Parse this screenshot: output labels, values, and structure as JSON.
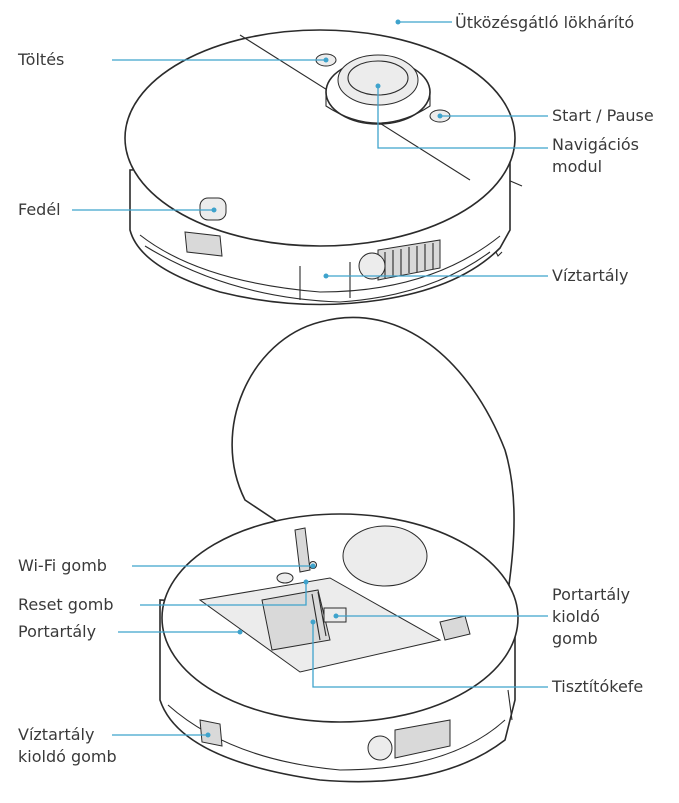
{
  "top_labels": {
    "bumper": "Ütközésgátló lökhárító",
    "charge": "Töltés",
    "start_pause": "Start / Pause",
    "nav_module": [
      "Navigációs",
      "modul"
    ],
    "lid": "Fedél",
    "water_tank": "Víztartály"
  },
  "bottom_labels": {
    "wifi": "Wi-Fi gomb",
    "reset": "Reset gomb",
    "dustbin": "Portartály",
    "dustbin_release": [
      "Portartály",
      "kioldó",
      "gomb"
    ],
    "brush": "Tisztítókefe",
    "water_release": [
      "Víztartály",
      "kioldó gomb"
    ]
  },
  "colors": {
    "leader_line": "#3fa3cc",
    "outline": "#2b2b2b",
    "text": "#3a3a3a"
  }
}
